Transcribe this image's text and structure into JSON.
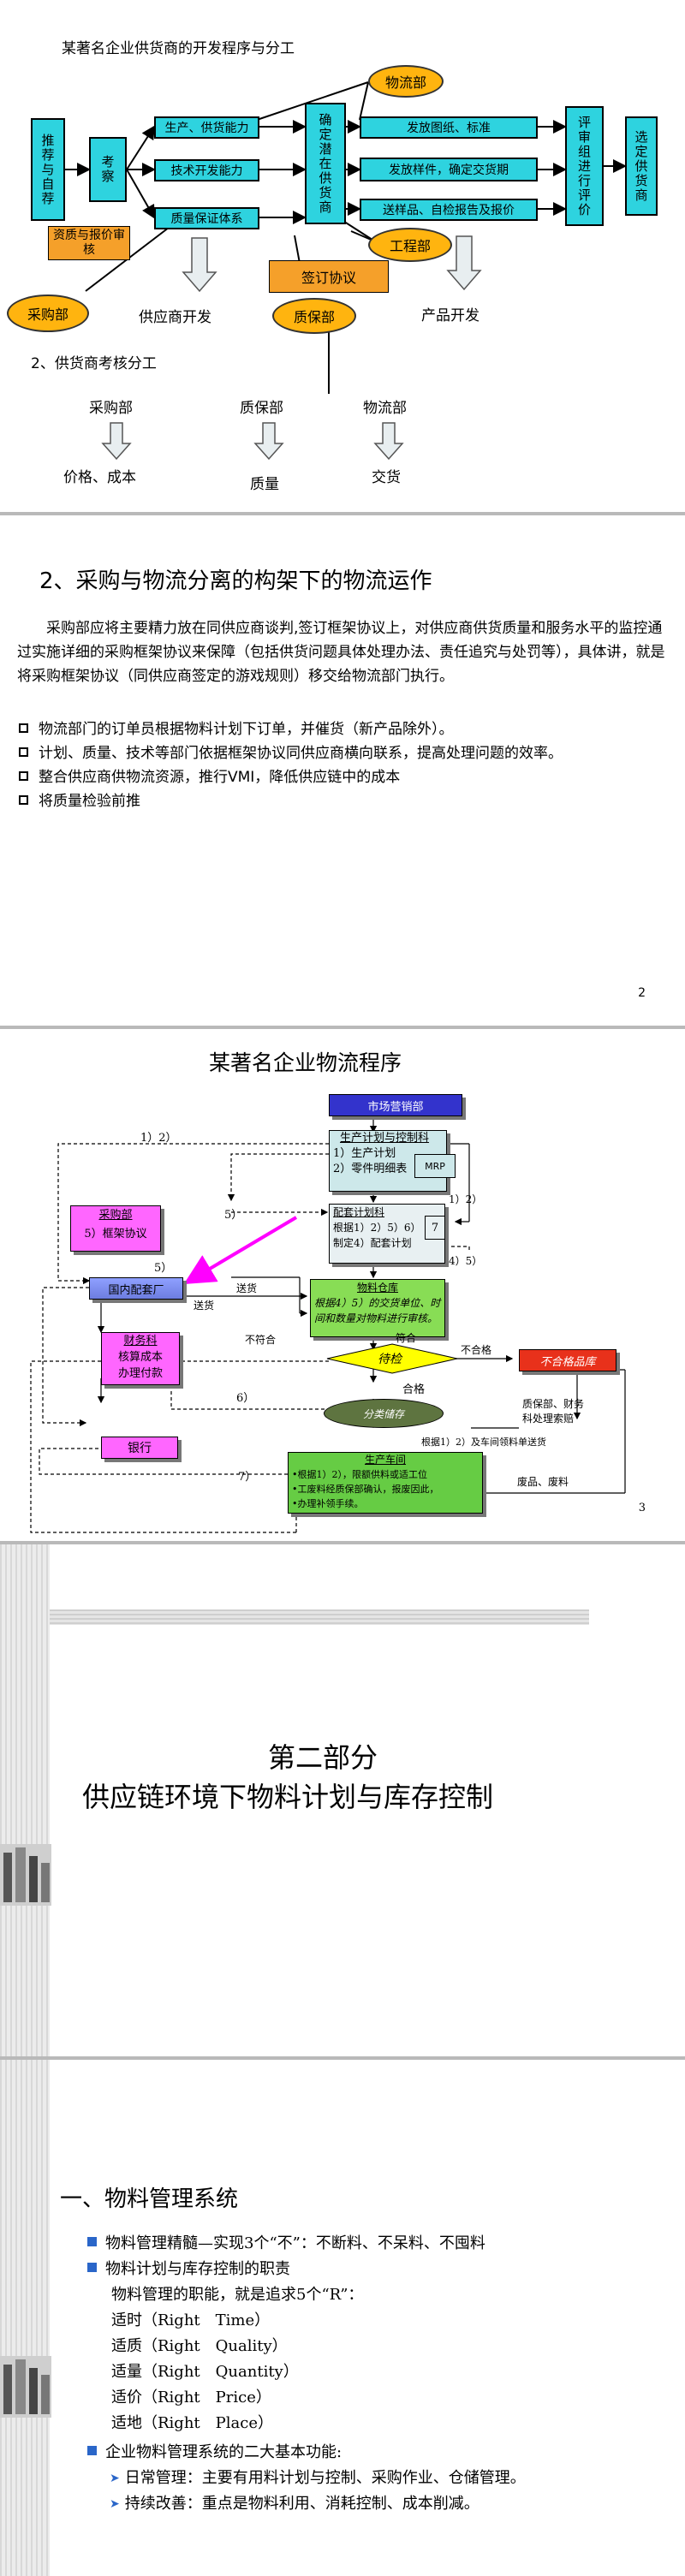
{
  "slide1": {
    "title": "某著名企业供货商的开发程序与分工",
    "recommend": "推荐与自荐",
    "inspect": "考察",
    "supply_capacity": "生产、供货能力",
    "tech_dev": "技术开发能力",
    "quality_system": "质量保证体系",
    "qualification": "资质与报价审核",
    "confirm_potential": "确定潜在供货商",
    "send_drawings": "发放图纸、标准",
    "send_samples": "发放样件，确定交货期",
    "sample_delivery": "送样品、自检报告及报价",
    "review": "评审组进行评价",
    "select": "选定供货商",
    "sign_agreement": "签订协议",
    "logistics_dept": "物流部",
    "engineering_dept": "工程部",
    "purchasing_dept": "采购部",
    "quality_dept": "质保部",
    "supplier_dev": "供应商开发",
    "product_dev": "产品开发",
    "assessment_title": "2、供货商考核分工",
    "col1_head": "采购部",
    "col2_head": "质保部",
    "col3_head": "物流部",
    "col1_item": "价格、成本",
    "col2_item": "质量",
    "col3_item": "交货"
  },
  "slide2": {
    "title": "2、采购与物流分离的构架下的物流运作",
    "paragraph": "采购部应将主要精力放在同供应商谈判,签订框架协议上，对供应商供货质量和服务水平的监控通过实施详细的采购框架协议来保障（包括供货问题具体处理办法、责任追究与处罚等），具体讲，就是将采购框架协议（同供应商签定的游戏规则）移交给物流部门执行。",
    "bullets": [
      "物流部门的订单员根据物料计划下订单，并催货（新产品除外）。",
      "计划、质量、技术等部门依据框架协议同供应商横向联系，提高处理问题的效率。",
      "整合供应商供物流资源，推行VMI，降低供应链中的成本",
      "将质量检验前推"
    ],
    "page": "2"
  },
  "slide3": {
    "title": "某著名企业物流程序",
    "market": "市场营销部",
    "plan_ctrl_title": "生产计划与控制科",
    "plan_ctrl_1": "1）生产计划",
    "plan_ctrl_2": "2）零件明细表",
    "mrp": "MRP",
    "dist_title": "配套计划科",
    "dist_1": "根据1）2）5）6）",
    "dist_2": "制定4）配套计划",
    "seven": "7",
    "purch_title": "采购部",
    "purch_1": "5）框架协议",
    "domestic": "国内配套厂",
    "warehouse_title": "物料仓库",
    "warehouse_1": "根据4）5）的交货单位、时",
    "warehouse_2": "间和数量对物料进行审核。",
    "finance_title": "财务科",
    "finance_1": "核算成本",
    "finance_2": "办理付款",
    "bank": "银行",
    "inspect": "待检",
    "unqualified_box": "不合格品库",
    "qa_note_1": "质保部、财务",
    "qa_note_2": "科处理索赔",
    "classify": "分类储存",
    "prod_title": "生产车间",
    "prod_1": "•根据1）2），限额供料或适工位",
    "prod_2": "•工废料经质保部确认，报废因此，",
    "prod_3": "•办理补领手续。",
    "l12": "1）2）",
    "l5a": "5）",
    "l5b": "5）",
    "l6": "6）",
    "l7": "7）",
    "l45": "4）5）",
    "l12b": "1）2）",
    "ship1": "送货",
    "ship2": "送货",
    "notok": "不符合",
    "ok": "符合",
    "fail": "不合格",
    "pass": "合格",
    "by12": "根据1）2）及车间领料单送货",
    "waste": "废品、废料",
    "page": "3"
  },
  "slide4": {
    "part": "第二部分",
    "title": "供应链环境下物料计划与库存控制"
  },
  "slide5": {
    "heading": "一、物料管理系统",
    "b1": "物料管理精髓—实现3个“不”：不断料、不呆料、不囤料",
    "b2": "物料计划与库存控制的职责",
    "b2_sub": "物料管理的职能，就是追求5个“R”：",
    "r_items": [
      "适时（Right　Time）",
      "适质（Right　Quality）",
      "适量（Right　Quantity）",
      "适价（Right　Price）",
      "适地（Right　Place）"
    ],
    "b3": "企业物料管理系统的二大基本功能:",
    "sub1": "日常管理：主要有用料计划与控制、采购作业、仓储管理。",
    "sub2": "持续改善：重点是物料利用、消耗控制、成本削减。"
  },
  "colors": {
    "cyan": "#2ed3df",
    "orange": "#f5a02a",
    "gold": "#ffb40f",
    "magenta": "#ff66ff",
    "green": "#66cc44",
    "red": "#e8311b",
    "olive": "#5e7440"
  }
}
